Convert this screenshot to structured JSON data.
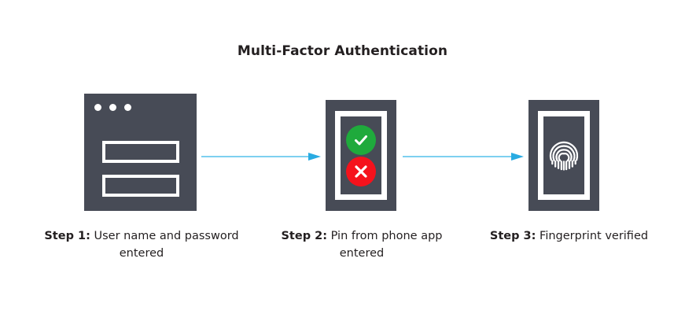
{
  "title": "Multi-Factor Authentication",
  "colors": {
    "device": "#474b56",
    "accent_line": "#7ed0f0",
    "accent_head": "#29abe2",
    "success": "#1faa3c",
    "failure": "#f5121c",
    "text": "#231f20",
    "background": "#ffffff"
  },
  "steps": [
    {
      "id": "step-1",
      "label": "Step 1:",
      "text": " User name and password entered",
      "graphic": "browser-window-icon",
      "browser": {
        "dots": [
          "dot-1",
          "dot-2",
          "dot-3"
        ],
        "fields": [
          "username-field",
          "password-field"
        ]
      }
    },
    {
      "id": "step-2",
      "label": "Step 2:",
      "text": " Pin from phone app entered",
      "graphic": "phone-pin-icon",
      "statuses": [
        "check-circle-icon",
        "cross-circle-icon"
      ]
    },
    {
      "id": "step-3",
      "label": "Step 3:",
      "text": " Fingerprint verified",
      "graphic": "phone-fingerprint-icon",
      "statuses": [
        "fingerprint-icon"
      ]
    }
  ],
  "arrows": [
    {
      "id": "arrow-1",
      "from": "step-1",
      "to": "step-2",
      "direction": "right"
    },
    {
      "id": "arrow-2",
      "from": "step-2",
      "to": "step-3",
      "direction": "right"
    }
  ]
}
